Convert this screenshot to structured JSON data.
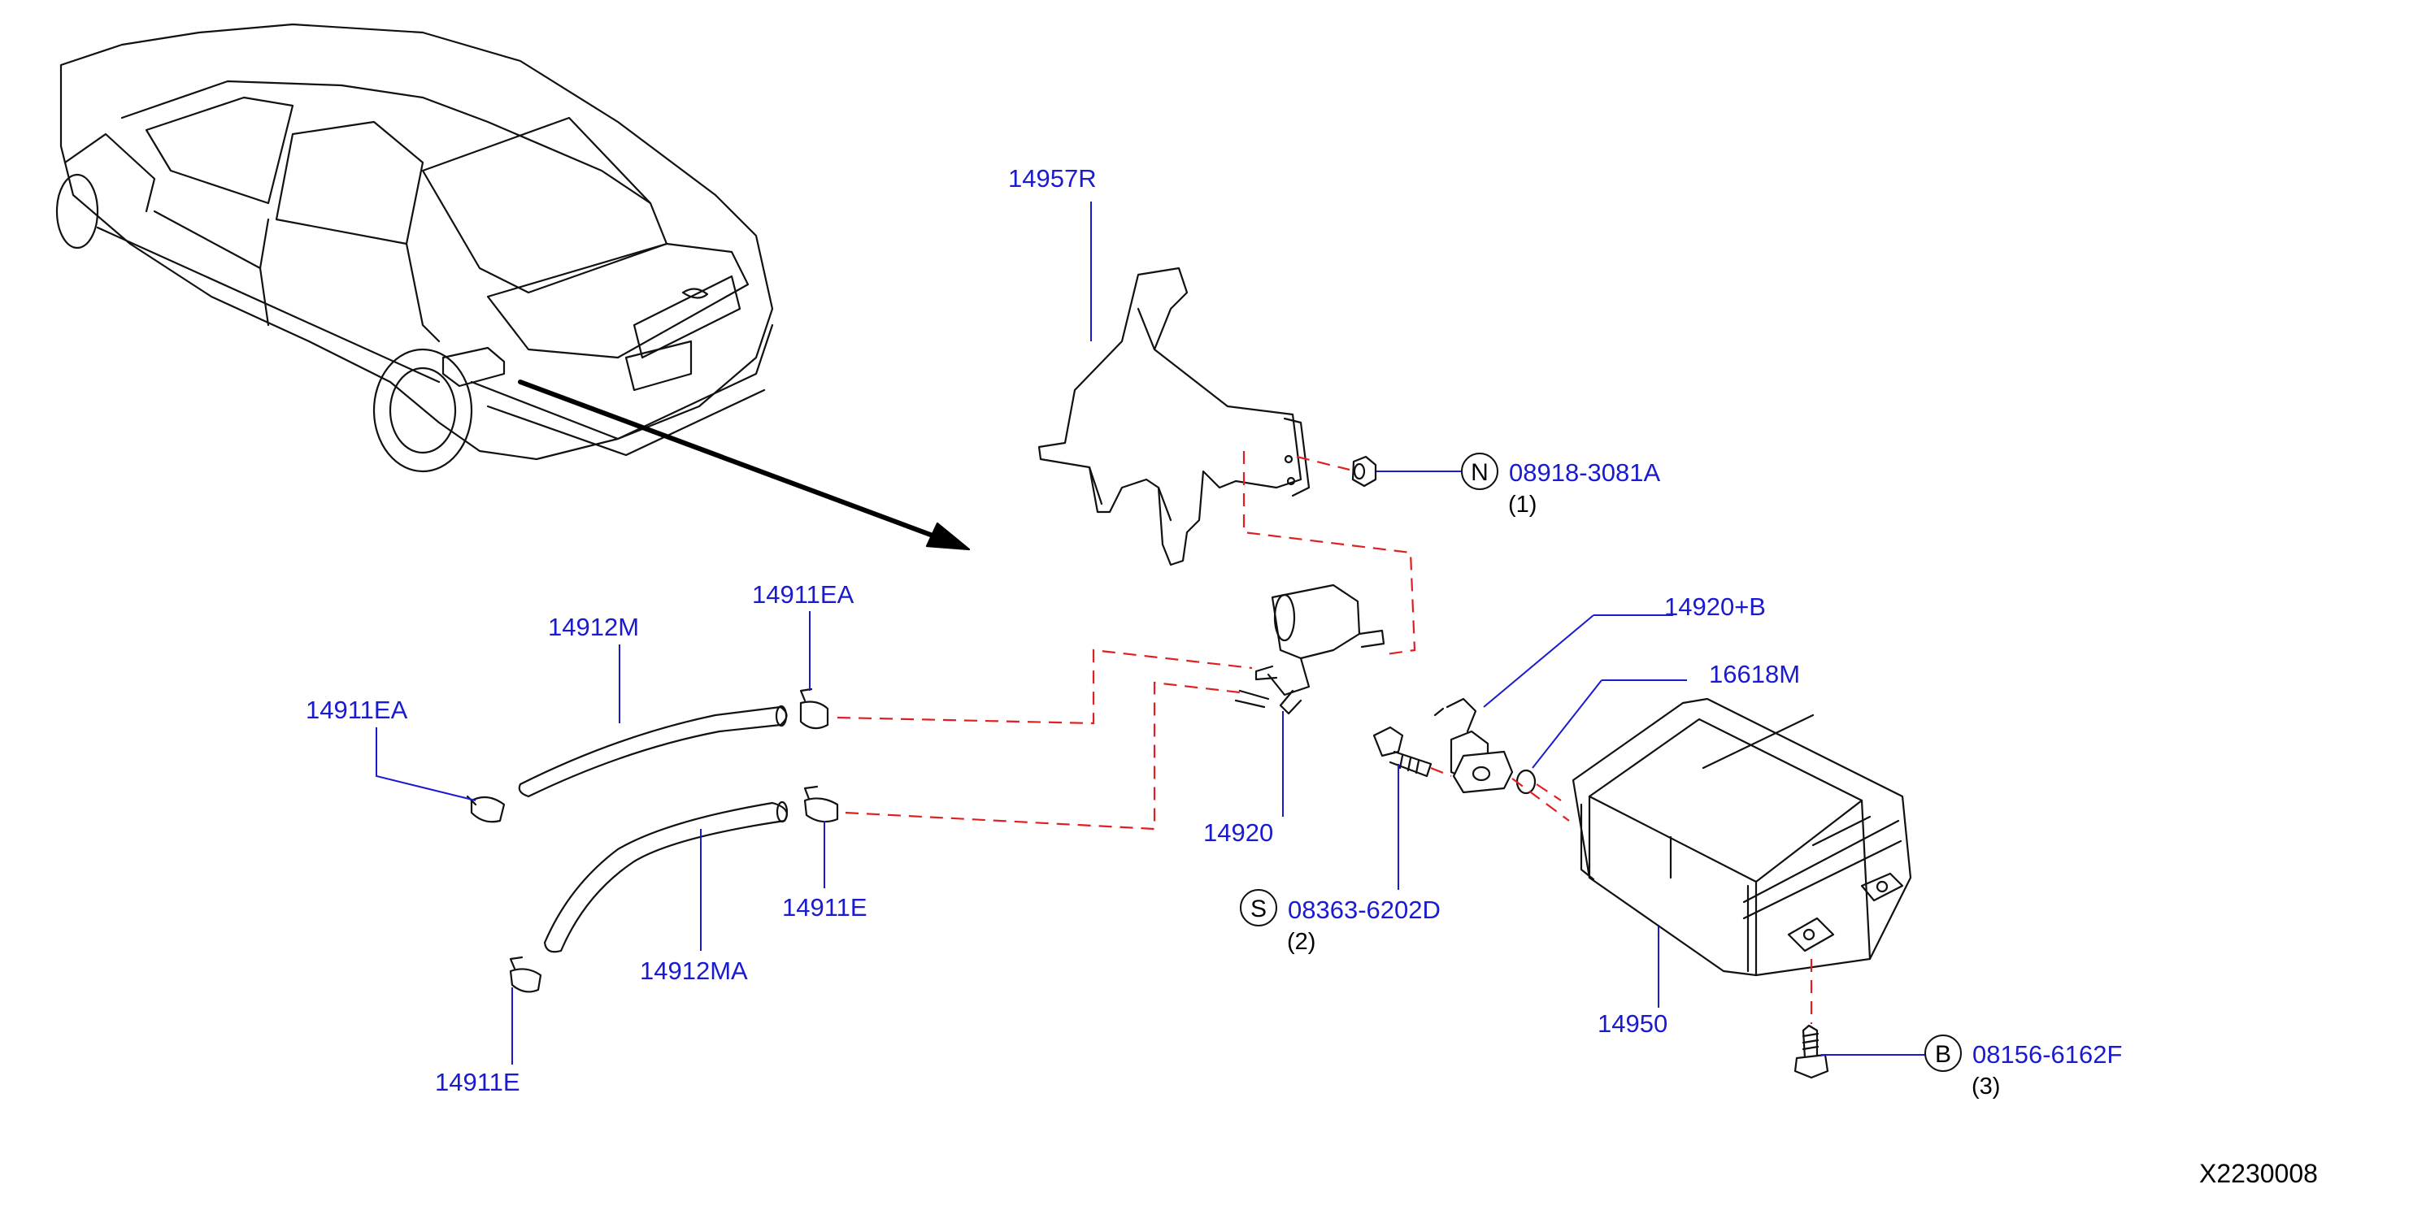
{
  "diagram_code": "X2230008",
  "parts": {
    "bracket": "14957R",
    "valve": "14920",
    "valve_bracket_set": "14920+B",
    "oring": "16618M",
    "canister": "14950",
    "hose_upper": "14912M",
    "hose_lower": "14912MA",
    "clamp_upper_left": "14911EA",
    "clamp_upper_right": "14911EA",
    "clamp_lower_left": "14911E",
    "clamp_lower_right": "14911E"
  },
  "fasteners": {
    "nut": {
      "symbol": "N",
      "part": "08918-3081A",
      "qty": "(1)"
    },
    "screw": {
      "symbol": "S",
      "part": "08363-6202D",
      "qty": "(2)"
    },
    "bolt": {
      "symbol": "B",
      "part": "08156-6162F",
      "qty": "(3)"
    }
  }
}
